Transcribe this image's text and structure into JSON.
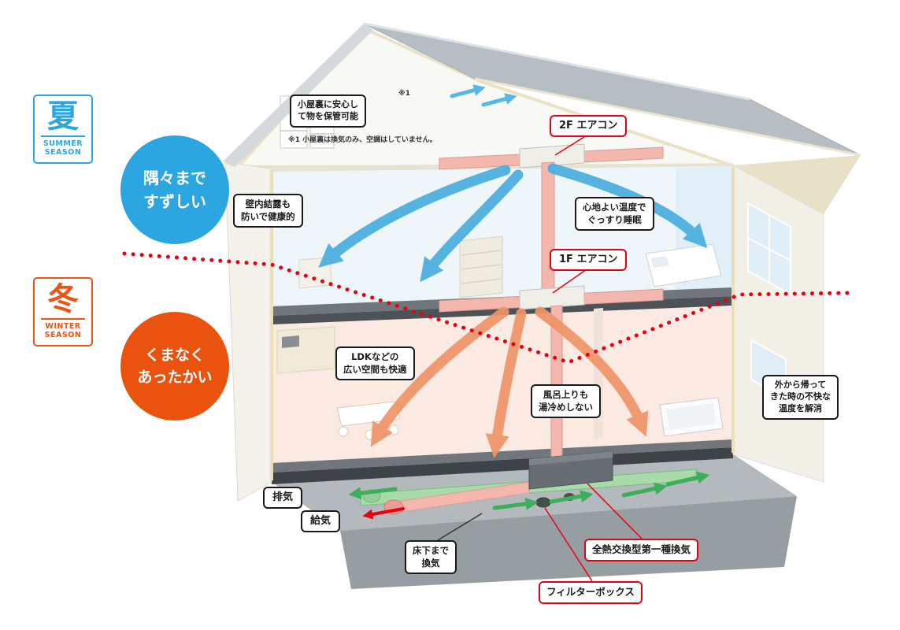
{
  "colors": {
    "summer_blue": "#2ca6e0",
    "winter_orange": "#ea5414",
    "accent_red": "#e60012",
    "duct_pink": "#f4b7ae",
    "duct_green": "#a9daaa"
  },
  "seasons": {
    "summer": {
      "kanji": "夏",
      "en": "SUMMER\nSEASON",
      "bubble": "隅々まで\nすずしい"
    },
    "winter": {
      "kanji": "冬",
      "en": "WINTER\nSEASON",
      "bubble": "くまなく\nあったかい"
    }
  },
  "callouts": {
    "attic_storage": "小屋裏に安心し\nて物を保管可能",
    "attic_note_ref": "※1",
    "attic_footnote": "※1 小屋裏は換気のみ、空調はしていません。",
    "ac_2f": "2F エアコン",
    "ac_1f": "1F エアコン",
    "wall_condensation": "壁内結露も\n防いで健康的",
    "comfortable_sleep": "心地よい温度で\nぐっすり睡眠",
    "ldk_comfort": "LDKなどの\n広い空間も快適",
    "bath_comfort": "風呂上りも\n湯冷めしない",
    "entrance_comfort": "外から帰って\nきた時の不快な\n温度を解消",
    "exhaust": "排気",
    "supply": "給気",
    "underfloor_vent": "床下まで\n換気",
    "heat_exchange": "全熱交換型第一種換気",
    "filter_box": "フィルターボックス"
  }
}
